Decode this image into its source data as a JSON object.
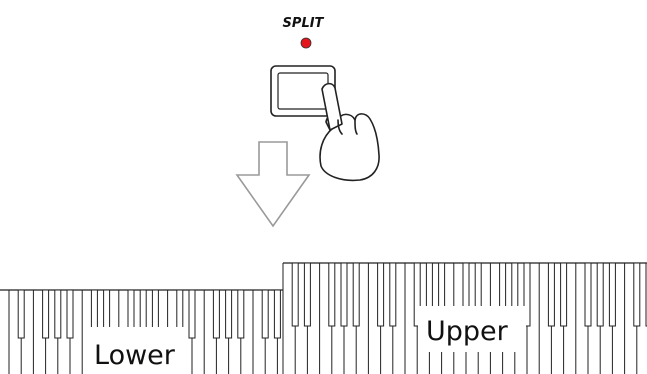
{
  "panel": {
    "button_label": "SPLIT",
    "led_color": "#e4161c"
  },
  "keyboard": {
    "lower_label": "Lower",
    "upper_label": "Upper"
  },
  "icons": {
    "pointer": "hand-icon",
    "direction": "arrow-down-icon"
  }
}
